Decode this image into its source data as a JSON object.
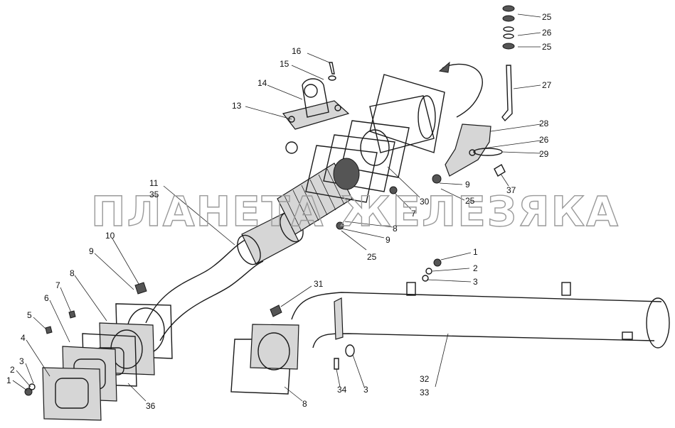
{
  "watermark": "ПЛАНЕТА ЖЕЛЕЗЯКА",
  "callouts": {
    "c1a": "1",
    "c2a": "2",
    "c3a": "3",
    "c4": "4",
    "c5": "5",
    "c6": "6",
    "c7a": "7",
    "c8a": "8",
    "c9a": "9",
    "c10": "10",
    "c11": "11",
    "c35": "35",
    "c13": "13",
    "c14": "14",
    "c15": "15",
    "c16": "16",
    "c25a": "25",
    "c26a": "26",
    "c25b": "25",
    "c27": "27",
    "c28": "28",
    "c26b": "26",
    "c29": "29",
    "c9b": "9",
    "c25c": "25",
    "c37": "37",
    "c30": "30",
    "c7b": "7",
    "c8b": "8",
    "c9c": "9",
    "c25d": "25",
    "c1b": "1",
    "c2b": "2",
    "c3b": "3",
    "c31": "31",
    "c3c": "3",
    "c34": "34",
    "c32": "32",
    "c33": "33",
    "c8c": "8",
    "c36": "36"
  }
}
